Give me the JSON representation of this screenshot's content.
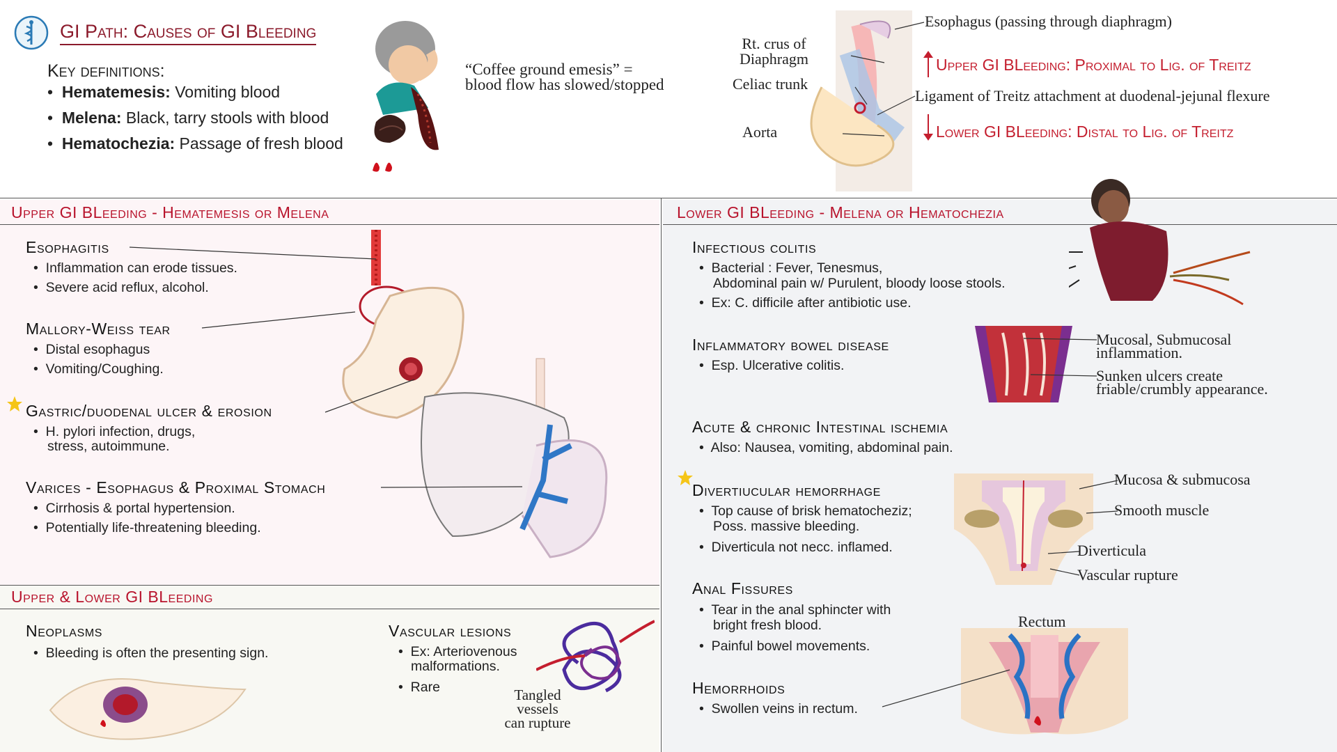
{
  "header": {
    "title": "GI Path: Causes of GI Bleeding",
    "key_definitions_label": "Key definitions:",
    "definitions": [
      {
        "term": "Hematemesis:",
        "desc": " Vomiting blood"
      },
      {
        "term": "Melena:",
        "desc": " Black, tarry stools with blood"
      },
      {
        "term": "Hematochezia:",
        "desc": " Passage of fresh blood"
      }
    ],
    "coffee_note_line1": "“Coffee ground emesis” =",
    "coffee_note_line2": "blood flow has slowed/stopped"
  },
  "anatomy": {
    "esophagus": "Esophagus (passing through diaphragm)",
    "crus_line1": "Rt. crus of",
    "crus_line2": "Diaphragm",
    "celiac": "Celiac trunk",
    "aorta": "Aorta",
    "ligament": "Ligament of Treitz attachment at duodenal-jejunal flexure",
    "upper_def": "Upper GI BLeeding: Proximal to Lig. of Treitz",
    "lower_def": "Lower GI BLeeding: Distal to Lig. of Treitz"
  },
  "upper": {
    "heading": "Upper GI BLeeding - Hematemesis or Melena",
    "topics": [
      {
        "title": "Esophagitis",
        "items": [
          "Inflammation can erode tissues.",
          "Severe acid reflux, alcohol."
        ]
      },
      {
        "title": "Mallory-Weiss tear",
        "items": [
          "Distal esophagus",
          "Vomiting/Coughing."
        ]
      },
      {
        "title": "Gastric/duodenal ulcer & erosion",
        "items": [
          "H. pylori infection, drugs,",
          "stress, autoimmune."
        ]
      },
      {
        "title": "Varices - Esophagus & Proximal Stomach",
        "items": [
          "Cirrhosis & portal hypertension.",
          "Potentially life-threatening bleeding."
        ]
      }
    ]
  },
  "both": {
    "heading": "Upper & Lower GI BLeeding",
    "neoplasms": {
      "title": "Neoplasms",
      "items": [
        "Bleeding is often the presenting sign."
      ]
    },
    "vascular": {
      "title": "Vascular lesions",
      "items": [
        "Ex: Arteriovenous",
        "malformations.",
        "Rare"
      ]
    },
    "tangled": [
      "Tangled",
      "vessels",
      "can rupture"
    ]
  },
  "lower": {
    "heading": "Lower GI BLeeding - Melena or Hematochezia",
    "topics": [
      {
        "title": "Infectious colitis",
        "items": [
          "Bacterial : Fever, Tenesmus,",
          "Abdominal pain w/ Purulent, bloody loose stools.",
          "Ex: C. difficile after antibiotic use."
        ]
      },
      {
        "title": "Inflammatory bowel disease",
        "items": [
          "Esp. Ulcerative colitis."
        ]
      },
      {
        "title": "Acute & chronic Intestinal ischemia",
        "items": [
          "Also: Nausea, vomiting, abdominal pain."
        ]
      },
      {
        "title": "Divertiucular hemorrhage",
        "items": [
          "Top cause of brisk hematocheziz;",
          "Poss. massive bleeding.",
          "Diverticula not necc. inflamed."
        ]
      },
      {
        "title": "Anal Fissures",
        "items": [
          "Tear in the anal sphincter with",
          "bright fresh blood.",
          "Painful bowel movements."
        ]
      },
      {
        "title": "Hemorrhoids",
        "items": [
          "Swollen veins in rectum."
        ]
      }
    ],
    "ibd_labels": [
      "Mucosal, Submucosal",
      "inflammation.",
      "Sunken ulcers create",
      "friable/crumbly appearance."
    ],
    "divert_labels": [
      "Mucosa & submucosa",
      "Smooth muscle",
      "Diverticula",
      "Vascular rupture"
    ],
    "rectum": "Rectum"
  },
  "colors": {
    "brand": "#8b1a2b",
    "accent_red": "#c41e2e",
    "upper_bg": "#fdf5f7",
    "lower_bg": "#f2f3f5",
    "both_bg": "#f8f8f3"
  }
}
